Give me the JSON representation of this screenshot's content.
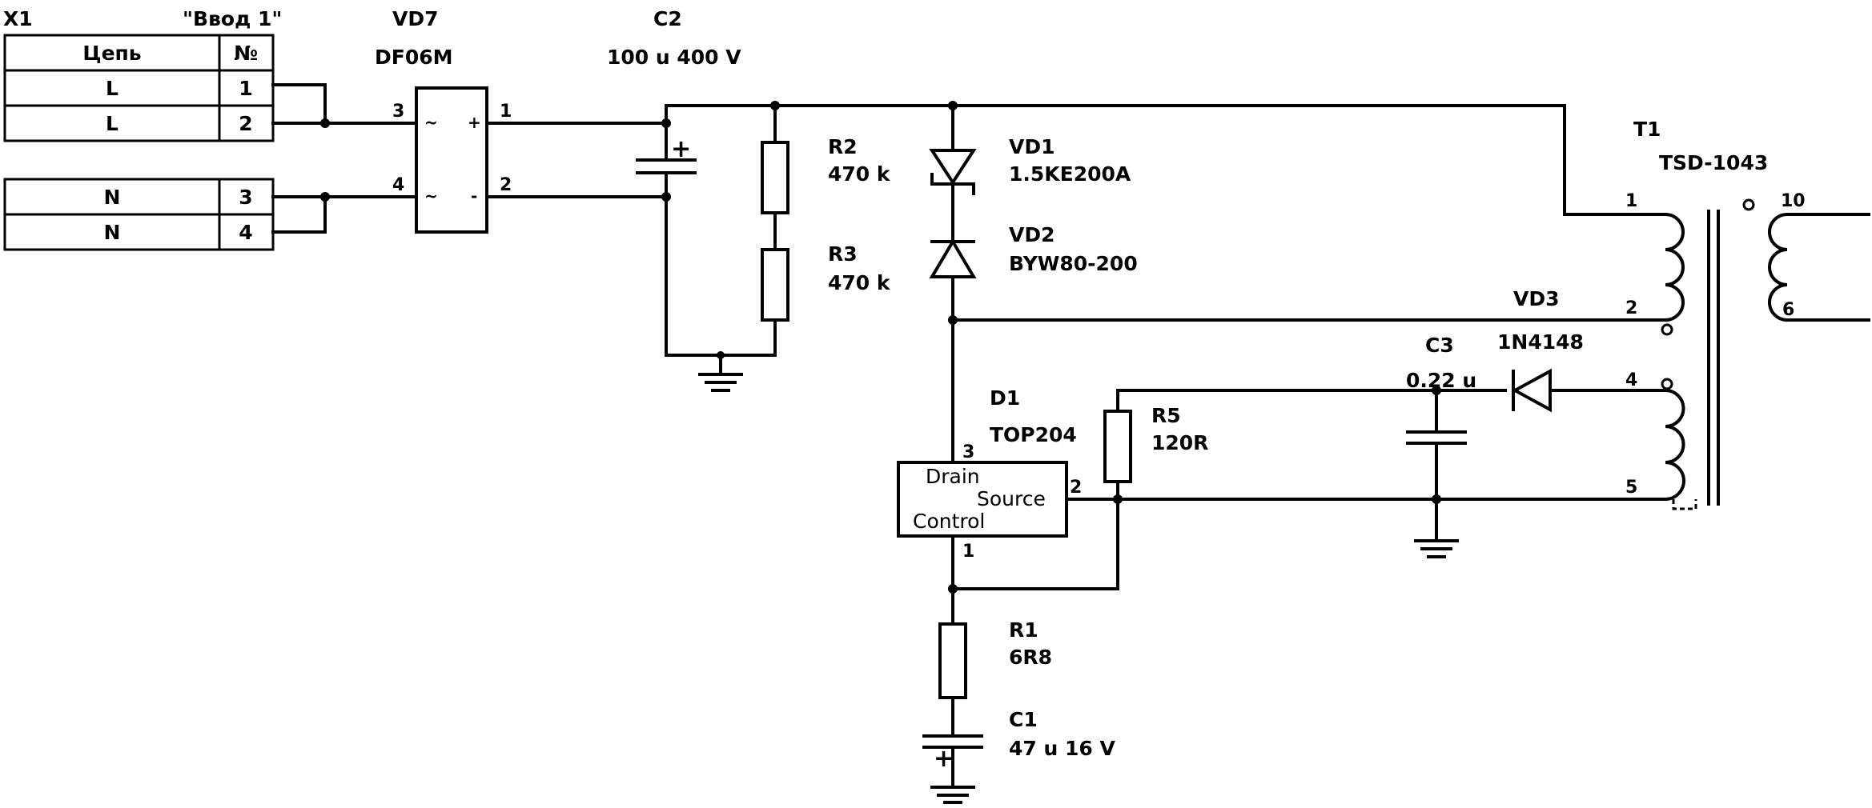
{
  "connector": {
    "ref": "X1",
    "name": "\"Ввод 1\"",
    "header_circuit": "Цепь",
    "header_number": "№",
    "rows": [
      {
        "circuit": "L",
        "number": "1"
      },
      {
        "circuit": "L",
        "number": "2"
      },
      {
        "circuit": "N",
        "number": "3"
      },
      {
        "circuit": "N",
        "number": "4"
      }
    ]
  },
  "bridge": {
    "ref": "VD7",
    "part": "DF06M",
    "pin_ac1": "3",
    "pin_ac2": "4",
    "pin_plus": "1",
    "pin_minus": "2",
    "sym_ac": "~",
    "sym_plus": "+",
    "sym_minus": "-"
  },
  "c2": {
    "ref": "C2",
    "value": "100 u 400 V",
    "polarity": "+"
  },
  "r2": {
    "ref": "R2",
    "value": "470 k"
  },
  "r3": {
    "ref": "R3",
    "value": "470 k"
  },
  "vd1": {
    "ref": "VD1",
    "part": "1.5KE200A"
  },
  "vd2": {
    "ref": "VD2",
    "part": "BYW80-200"
  },
  "vd3": {
    "ref": "VD3",
    "part": "1N4148"
  },
  "c3": {
    "ref": "C3",
    "value": "0.22 u"
  },
  "r5": {
    "ref": "R5",
    "value": "120R"
  },
  "d1": {
    "ref": "D1",
    "part": "TOP204",
    "drain": "Drain",
    "source": "Source",
    "control": "Control",
    "pin_drain": "3",
    "pin_source": "2",
    "pin_control": "1"
  },
  "r1": {
    "ref": "R1",
    "value": "6R8"
  },
  "c1": {
    "ref": "C1",
    "value": "47 u 16 V",
    "polarity": "+"
  },
  "t1": {
    "ref": "T1",
    "part": "TSD-1043",
    "pin1": "1",
    "pin2": "2",
    "pin4": "4",
    "pin5": "5",
    "pin10": "10",
    "pin6": "6"
  }
}
